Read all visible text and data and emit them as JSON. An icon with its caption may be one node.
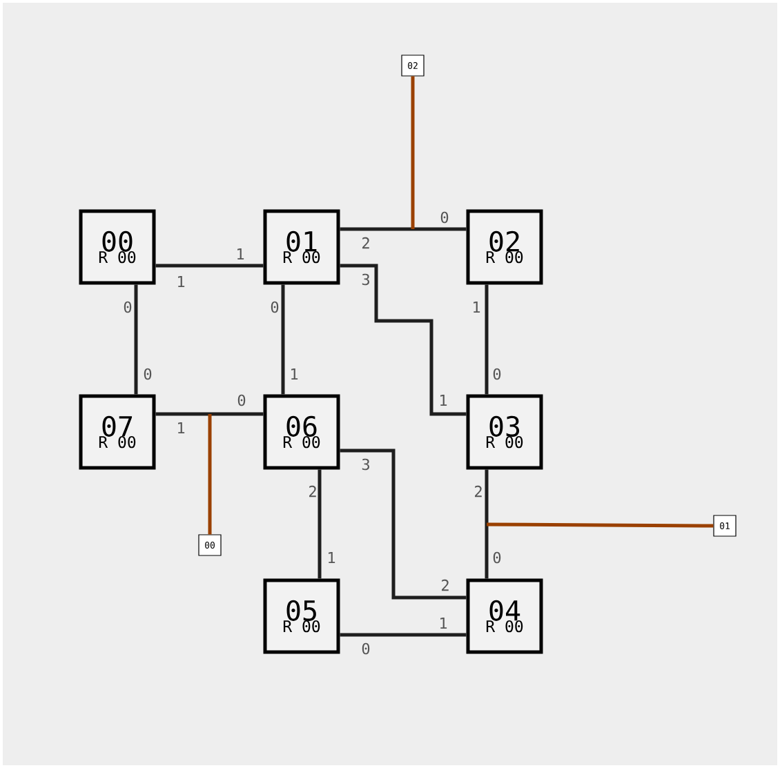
{
  "diagram": {
    "nodes": [
      {
        "text": [
          "00",
          "R 00"
        ]
      },
      {
        "text": [
          "01",
          "R 00"
        ]
      },
      {
        "text": [
          "02",
          "R 00"
        ]
      },
      {
        "text": [
          "07",
          "R 00"
        ]
      },
      {
        "text": [
          "06",
          "R 00"
        ]
      },
      {
        "text": [
          "03",
          "R 00"
        ]
      },
      {
        "text": [
          "05",
          "R 00"
        ]
      },
      {
        "text": [
          "04",
          "R 00"
        ]
      },
      {
        "text": [
          "02"
        ]
      },
      {
        "text": [
          "01"
        ]
      },
      {
        "text": [
          "00"
        ]
      }
    ],
    "edges": [
      {
        "from": 0,
        "to": 1,
        "arrow": "none"
      },
      {
        "from": 1,
        "to": 2,
        "arrow": "none"
      },
      {
        "from": 1,
        "to": 5,
        "arrow": "none"
      },
      {
        "from": 0,
        "to": 3,
        "arrow": "none"
      },
      {
        "from": 1,
        "to": 4,
        "arrow": "none"
      },
      {
        "from": 2,
        "to": 5,
        "arrow": "none"
      },
      {
        "from": 3,
        "to": 4,
        "arrow": "none"
      },
      {
        "from": 4,
        "to": 7,
        "arrow": "none"
      },
      {
        "from": 4,
        "to": 6,
        "arrow": "none"
      },
      {
        "from": 5,
        "to": 7,
        "arrow": "none"
      },
      {
        "from": 6,
        "to": 7,
        "arrow": "none"
      },
      {
        "from": 8,
        "to": null,
        "arrow": "none",
        "color": "#9a4000"
      },
      {
        "from": 9,
        "to": null,
        "arrow": "none",
        "color": "#9a4000"
      },
      {
        "from": 10,
        "to": null,
        "arrow": "none",
        "color": "#9a4000"
      }
    ],
    "labels": [
      "1",
      "1",
      "2",
      "0",
      "3",
      "1",
      "0",
      "0",
      "0",
      "1",
      "1",
      "0",
      "1",
      "0",
      "3",
      "2",
      "2",
      "1",
      "2",
      "0",
      "0",
      "1"
    ]
  }
}
